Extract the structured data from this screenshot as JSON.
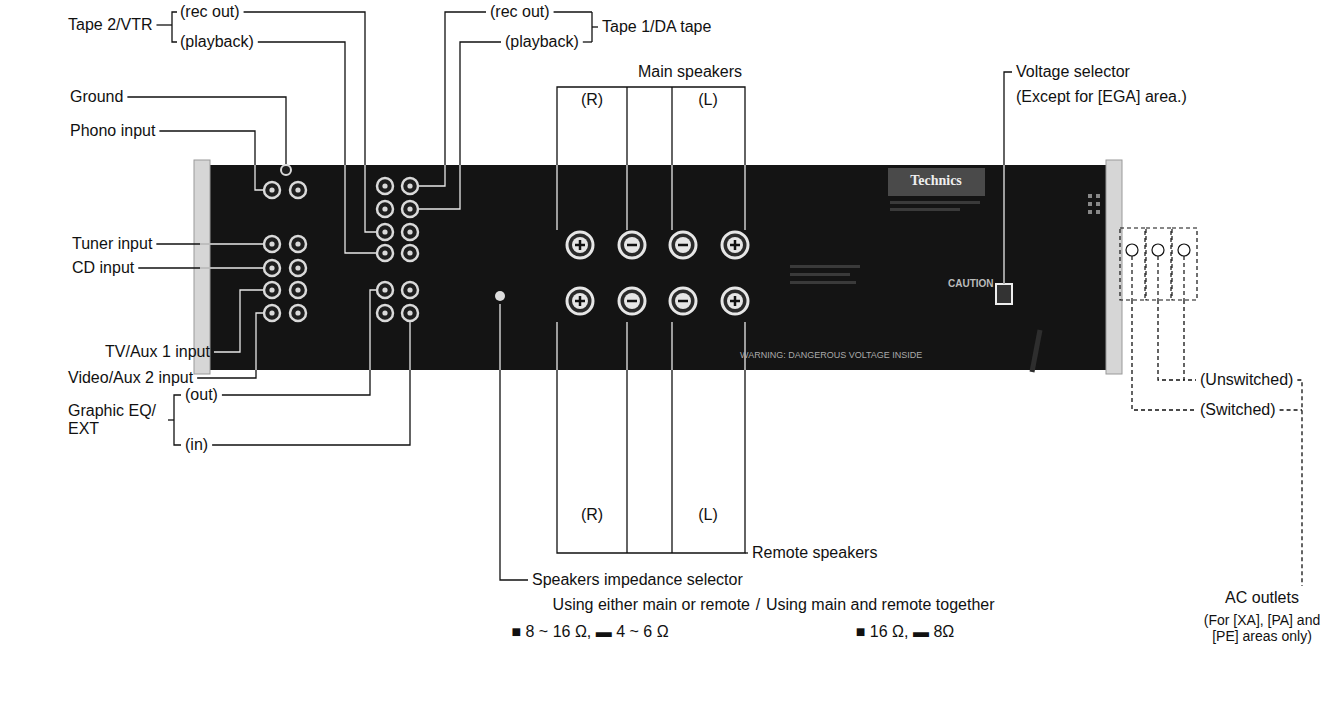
{
  "diagram": {
    "nodes": [
      {
        "text": [
          "Technics",
          "CAUTION",
          "WARNING: DANGEROUS VOLTAGE INSIDE"
        ]
      }
    ],
    "labels": [
      "Tape 2/VTR",
      "(rec out)",
      "(playback)",
      "(rec out)",
      "(playback)",
      "Tape 1/DA tape",
      "Ground",
      "Phono input",
      "Main speakers",
      "(R)",
      "(L)",
      "Voltage selector",
      "(Except for [EGA] area.)",
      "Tuner input",
      "CD input",
      "TV/Aux 1 input",
      "(R)",
      "(L)",
      "Remote speakers",
      "Video/Aux 2 input",
      "Graphic EQ/ EXT",
      "(out)",
      "(in)",
      "(Unswitched)",
      "(Switched)",
      "Speakers impedance selector",
      "Using either main or remote",
      "/",
      "Using main and remote together",
      "■ 8 ~ 16 Ω, ▬ 4 ~ 6 Ω",
      "■ 16 Ω, ▬ 8Ω",
      "AC outlets",
      "(For [XA], [PA] and [PE] areas only)"
    ]
  }
}
